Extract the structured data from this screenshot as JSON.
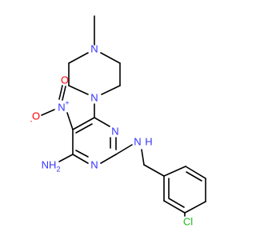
{
  "molecule": {
    "atoms": {
      "n_methyl": "N",
      "n_piperazine_bottom": "N",
      "n_nitro": "N",
      "nitro_plus": "+",
      "o_nitro_left": "O",
      "o_nitro_minus": "-",
      "o_nitro_top": "O",
      "n_ring_right": "N",
      "n_ring_bottom": "N",
      "amine_n": "N",
      "amine_h": "H",
      "nh2": "NH",
      "nh2_sub": "2",
      "chlorine": "Cl"
    },
    "colors": {
      "nitrogen": "#3333ff",
      "oxygen": "#ff0000",
      "chlorine": "#1fbd1f",
      "bond": "#000000",
      "background": "#ffffff"
    }
  }
}
